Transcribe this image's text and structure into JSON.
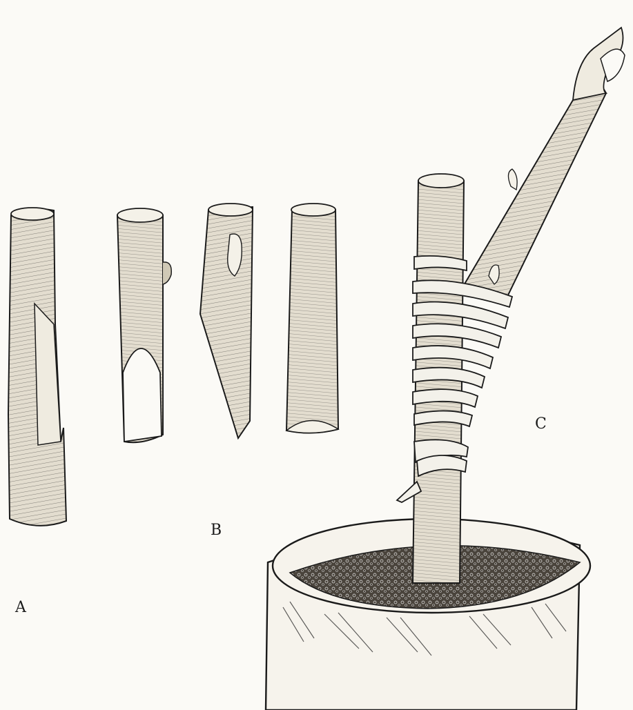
{
  "labels": {
    "a": "A",
    "b": "B",
    "c": "C"
  },
  "colors": {
    "ink": "#1a1a1a",
    "paper": "#fbfaf6",
    "wood": "#d9d3c4",
    "tape": "#f3f1ea",
    "soil": "#3a3530"
  }
}
